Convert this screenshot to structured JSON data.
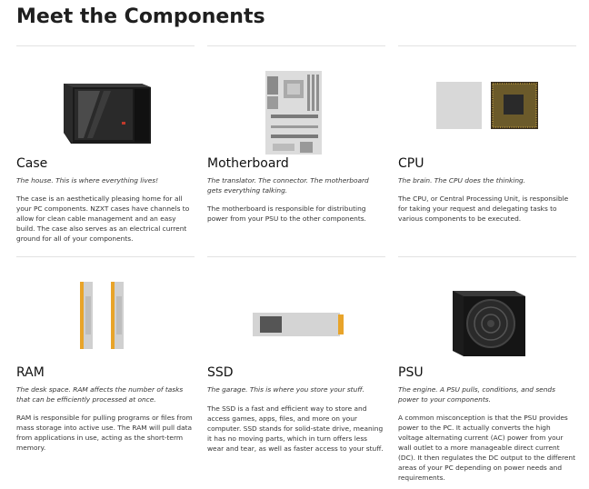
{
  "page": {
    "title": "Meet the Components"
  },
  "components": [
    {
      "name": "Case",
      "tagline": "The house. This is where everything lives!",
      "description": "The case is an aesthetically pleasing home for all your PC components. NZXT cases have channels to allow for clean cable management and an easy build. The case also serves as an electrical current ground for all of your components."
    },
    {
      "name": "Motherboard",
      "tagline": "The translator. The connector. The motherboard gets everything talking.",
      "description": "The motherboard is responsible for distributing power from your PSU to the other components."
    },
    {
      "name": "CPU",
      "tagline": "The brain. The CPU does the thinking.",
      "description": "The CPU, or Central Processing Unit, is responsible for taking your request and delegating tasks to various components to be executed."
    },
    {
      "name": "RAM",
      "tagline": "The desk space. RAM affects the number of tasks that can be efficiently processed at once.",
      "description": "RAM is responsible for pulling programs or files from mass storage into active use. The RAM will pull data from applications in use, acting as the short-term memory."
    },
    {
      "name": "SSD",
      "tagline": "The garage. This is where you store your stuff.",
      "description": "The SSD is a fast and efficient way to store and access games, apps, files, and more on your computer. SSD stands for solid-state drive, meaning it has no moving parts, which in turn offers less wear and tear, as well as faster access to your stuff."
    },
    {
      "name": "PSU",
      "tagline": "The engine. A PSU pulls, conditions, and sends power to your components.",
      "description": "A common misconception is that the PSU provides power to the PC. It actually converts the high voltage alternating current (AC) power from your wall outlet to a more manageable direct current (DC). It then regulates the DC output to the different areas of your PC depending on power needs and requirements."
    }
  ]
}
